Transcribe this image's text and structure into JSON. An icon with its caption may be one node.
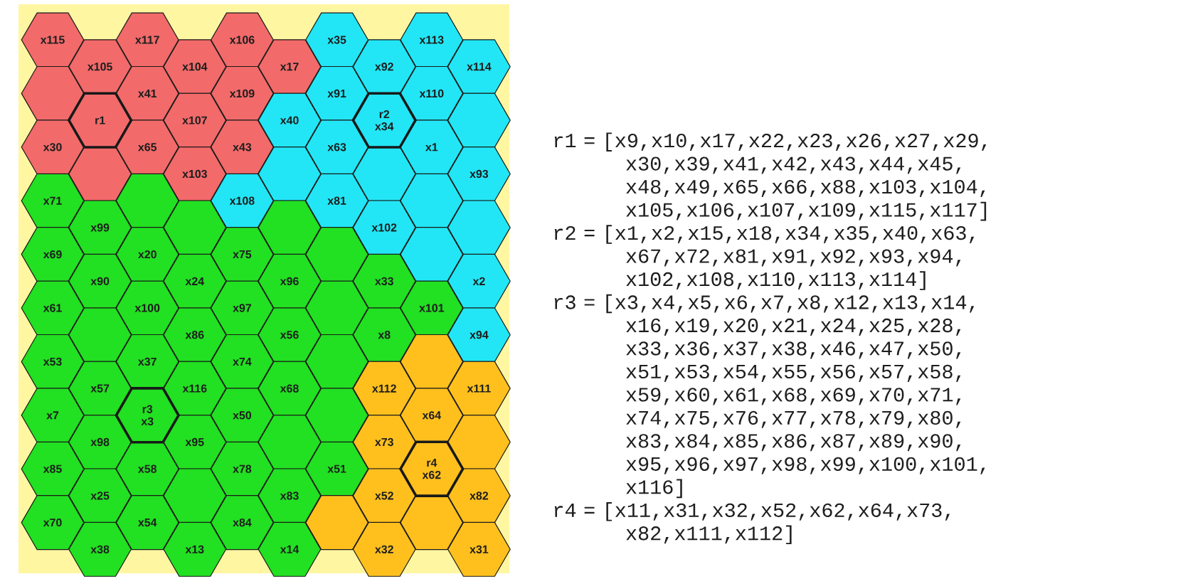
{
  "diagram": {
    "nodes": [
      {
        "text": [
          "x115"
        ]
      },
      {
        "text": [
          "x117"
        ]
      },
      {
        "text": [
          "x106"
        ]
      },
      {
        "text": [
          "x35"
        ]
      },
      {
        "text": [
          "x113"
        ]
      },
      {
        "text": [
          "x105"
        ]
      },
      {
        "text": [
          "x104"
        ]
      },
      {
        "text": [
          "x17"
        ]
      },
      {
        "text": [
          "x92"
        ]
      },
      {
        "text": [
          "x114"
        ]
      },
      {
        "text": [],
        "shape": "hexagon"
      },
      {
        "text": [
          "x41"
        ]
      },
      {
        "text": [
          "x109"
        ]
      },
      {
        "text": [
          "x91"
        ]
      },
      {
        "text": [
          "x110"
        ]
      },
      {
        "text": [
          "r1"
        ]
      },
      {
        "text": [
          "x107"
        ]
      },
      {
        "text": [
          "x40"
        ]
      },
      {
        "text": [
          "r2",
          "x34"
        ]
      },
      {
        "text": [],
        "shape": "hexagon"
      },
      {
        "text": [
          "x30"
        ]
      },
      {
        "text": [
          "x65"
        ]
      },
      {
        "text": [
          "x43"
        ]
      },
      {
        "text": [
          "x63"
        ]
      },
      {
        "text": [
          "x1"
        ]
      },
      {
        "text": [],
        "shape": "hexagon"
      },
      {
        "text": [
          "x103"
        ]
      },
      {
        "text": [],
        "shape": "hexagon"
      },
      {
        "text": [],
        "shape": "hexagon"
      },
      {
        "text": [
          "x93"
        ]
      },
      {
        "text": [
          "x71"
        ]
      },
      {
        "text": [],
        "shape": "hexagon"
      },
      {
        "text": [
          "x108"
        ]
      },
      {
        "text": [
          "x81"
        ]
      },
      {
        "text": [],
        "shape": "hexagon"
      },
      {
        "text": [
          "x99"
        ]
      },
      {
        "text": [],
        "shape": "hexagon"
      },
      {
        "text": [],
        "shape": "hexagon"
      },
      {
        "text": [
          "x102"
        ]
      },
      {
        "text": [],
        "shape": "hexagon"
      },
      {
        "text": [
          "x69"
        ]
      },
      {
        "text": [
          "x20"
        ]
      },
      {
        "text": [
          "x75"
        ]
      },
      {
        "text": [],
        "shape": "hexagon"
      },
      {
        "text": [],
        "shape": "hexagon"
      },
      {
        "text": [
          "x90"
        ]
      },
      {
        "text": [
          "x24"
        ]
      },
      {
        "text": [
          "x96"
        ]
      },
      {
        "text": [
          "x33"
        ]
      },
      {
        "text": [
          "x2"
        ]
      },
      {
        "text": [
          "x61"
        ]
      },
      {
        "text": [
          "x100"
        ]
      },
      {
        "text": [
          "x97"
        ]
      },
      {
        "text": [],
        "shape": "hexagon"
      },
      {
        "text": [
          "x101"
        ]
      },
      {
        "text": [],
        "shape": "hexagon"
      },
      {
        "text": [
          "x86"
        ]
      },
      {
        "text": [
          "x56"
        ]
      },
      {
        "text": [
          "x8"
        ]
      },
      {
        "text": [
          "x94"
        ]
      },
      {
        "text": [
          "x53"
        ]
      },
      {
        "text": [
          "x37"
        ]
      },
      {
        "text": [
          "x74"
        ]
      },
      {
        "text": [],
        "shape": "hexagon"
      },
      {
        "text": [],
        "shape": "hexagon"
      },
      {
        "text": [
          "x57"
        ]
      },
      {
        "text": [
          "x116"
        ]
      },
      {
        "text": [
          "x68"
        ]
      },
      {
        "text": [
          "x112"
        ]
      },
      {
        "text": [
          "x111"
        ]
      },
      {
        "text": [
          "x7"
        ]
      },
      {
        "text": [
          "r3",
          "x3"
        ]
      },
      {
        "text": [
          "x50"
        ]
      },
      {
        "text": [],
        "shape": "hexagon"
      },
      {
        "text": [
          "x64"
        ]
      },
      {
        "text": [
          "x98"
        ]
      },
      {
        "text": [
          "x95"
        ]
      },
      {
        "text": [],
        "shape": "hexagon"
      },
      {
        "text": [
          "x73"
        ]
      },
      {
        "text": [],
        "shape": "hexagon"
      },
      {
        "text": [
          "x85"
        ]
      },
      {
        "text": [
          "x58"
        ]
      },
      {
        "text": [
          "x78"
        ]
      },
      {
        "text": [
          "x51"
        ]
      },
      {
        "text": [
          "r4",
          "x62"
        ]
      },
      {
        "text": [
          "x25"
        ]
      },
      {
        "text": [],
        "shape": "hexagon"
      },
      {
        "text": [
          "x83"
        ]
      },
      {
        "text": [
          "x52"
        ]
      },
      {
        "text": [
          "x82"
        ]
      },
      {
        "text": [
          "x70"
        ]
      },
      {
        "text": [
          "x54"
        ]
      },
      {
        "text": [
          "x84"
        ]
      },
      {
        "text": [],
        "shape": "hexagon"
      },
      {
        "text": [],
        "shape": "hexagon"
      },
      {
        "text": [
          "x38"
        ]
      },
      {
        "text": [
          "x13"
        ]
      },
      {
        "text": [
          "x14"
        ]
      },
      {
        "text": [
          "x32"
        ]
      },
      {
        "text": [
          "x31"
        ]
      }
    ],
    "labels": [
      "r1 = [x9,x10,x17,x22,x23,x26,x27,x29,x30,x39,x41,x42,x43,x44,x45,x48,x49,x65,x66,x88,x103,x104,x105,x106,x107,x109,x115,x117]",
      "r2 = [x1,x2,x15,x18,x34,x35,x40,x63,x67,x72,x81,x91,x92,x93,x94,x102,x108,x110,x113,x114]",
      "r3 = [x3,x4,x5,x6,x7,x8,x12,x13,x14,x16,x19,x20,x21,x24,x25,x28,x33,x36,x37,x38,x46,x47,x50,x51,x53,x54,x55,x56,x57,x58,x59,x60,x61,x68,x69,x70,x71,x74,x75,x76,x77,x78,x79,x80,x83,x84,x85,x86,x87,x89,x90,x95,x96,x97,x98,x99,x100,x101,x116]",
      "r4 = [x11,x31,x32,x52,x62,x64,x73,x82,x111,x112]"
    ]
  }
}
